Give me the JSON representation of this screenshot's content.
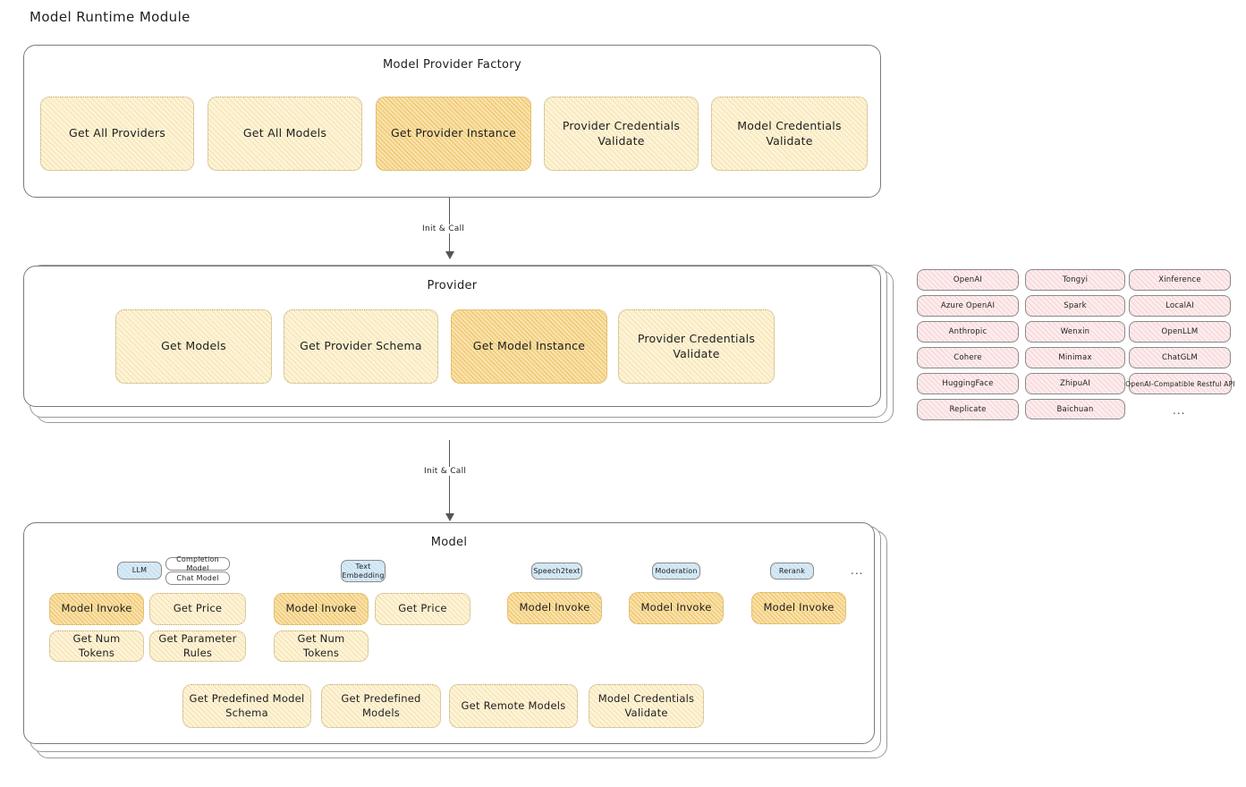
{
  "page": {
    "title": "Model Runtime Module"
  },
  "factory": {
    "title": "Model Provider Factory",
    "methods": [
      {
        "label": "Get All Providers",
        "highlight": false
      },
      {
        "label": "Get All Models",
        "highlight": false
      },
      {
        "label": "Get Provider Instance",
        "highlight": true
      },
      {
        "label": "Provider Credentials Validate",
        "highlight": false
      },
      {
        "label": "Model Credentials Validate",
        "highlight": false
      }
    ]
  },
  "arrows": [
    {
      "label": "Init & Call",
      "from": "Model Provider Factory",
      "to": "Provider"
    },
    {
      "label": "Init & Call",
      "from": "Provider",
      "to": "Model"
    }
  ],
  "provider": {
    "title": "Provider",
    "methods": [
      {
        "label": "Get Models",
        "highlight": false
      },
      {
        "label": "Get Provider Schema",
        "highlight": false
      },
      {
        "label": "Get Model Instance",
        "highlight": true
      },
      {
        "label": "Provider Credentials Validate",
        "highlight": false
      }
    ]
  },
  "provider_list": {
    "columns": [
      [
        "OpenAI",
        "Azure OpenAI",
        "Anthropic",
        "Cohere",
        "HuggingFace",
        "Replicate"
      ],
      [
        "Tongyi",
        "Spark",
        "Wenxin",
        "Minimax",
        "ZhipuAI",
        "Baichuan"
      ],
      [
        "Xinference",
        "LocalAI",
        "OpenLLM",
        "ChatGLM",
        "OpenAI-Compatible Restful API"
      ]
    ],
    "more": "..."
  },
  "model": {
    "title": "Model",
    "more_types": "...",
    "types": [
      {
        "badge": "LLM",
        "sub_badges": [
          "Completion Model",
          "Chat Model"
        ],
        "methods": [
          {
            "label": "Model Invoke",
            "highlight": true
          },
          {
            "label": "Get Price",
            "highlight": false
          },
          {
            "label": "Get Num Tokens",
            "highlight": false
          },
          {
            "label": "Get Parameter Rules",
            "highlight": false
          }
        ]
      },
      {
        "badge": "Text Embedding",
        "sub_badges": [],
        "methods": [
          {
            "label": "Model Invoke",
            "highlight": true
          },
          {
            "label": "Get Price",
            "highlight": false
          },
          {
            "label": "Get Num Tokens",
            "highlight": false
          }
        ]
      },
      {
        "badge": "Speech2text",
        "sub_badges": [],
        "methods": [
          {
            "label": "Model Invoke",
            "highlight": true
          }
        ]
      },
      {
        "badge": "Moderation",
        "sub_badges": [],
        "methods": [
          {
            "label": "Model Invoke",
            "highlight": true
          }
        ]
      },
      {
        "badge": "Rerank",
        "sub_badges": [],
        "methods": [
          {
            "label": "Model Invoke",
            "highlight": true
          }
        ]
      }
    ],
    "common_methods": [
      {
        "label": "Get Predefined Model Schema"
      },
      {
        "label": "Get Predefined Models"
      },
      {
        "label": "Get Remote Models"
      },
      {
        "label": "Model Credentials Validate"
      }
    ]
  },
  "colors": {
    "accent_yellow": "#fdf3d7",
    "accent_yellow_highlight": "#fae2ab",
    "provider_pink": "#fdeced",
    "badge_blue": "#d7eaf6",
    "stroke": "#7a7a7a"
  }
}
